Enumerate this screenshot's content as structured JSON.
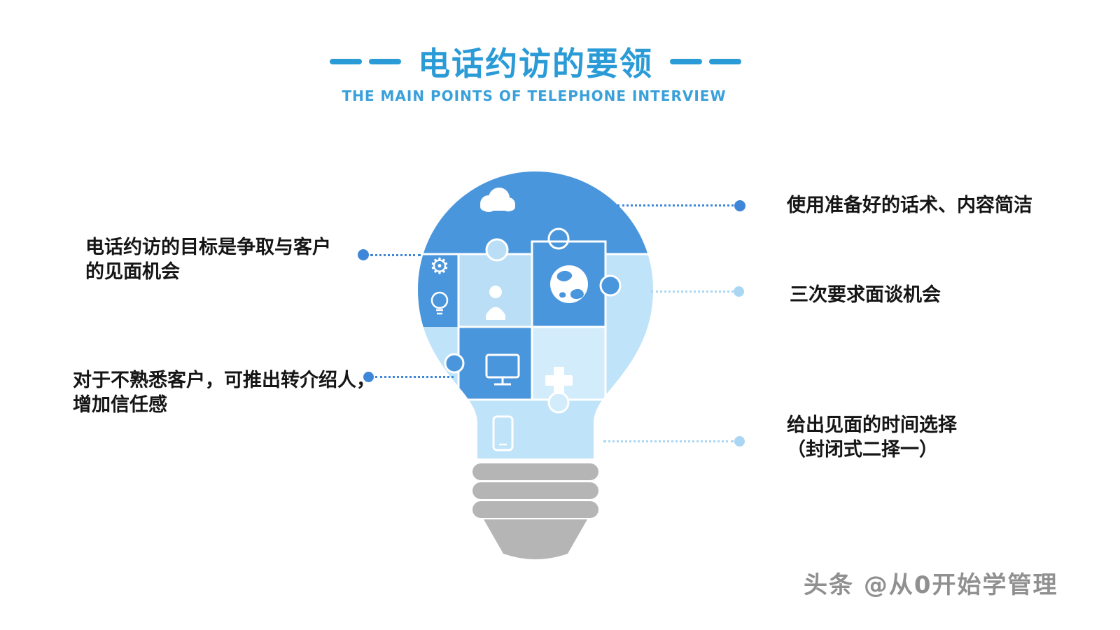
{
  "header": {
    "title": "电话约访的要领",
    "subtitle": "THE MAIN POINTS OF TELEPHONE INTERVIEW"
  },
  "callouts": {
    "left_top_line1": "电话约访的目标是争取与客户",
    "left_top_line2": "的见面机会",
    "left_bottom_line1": "对于不熟悉客户，可推出转介绍人，",
    "left_bottom_line2": "增加信任感",
    "right_top": "使用准备好的话术、内容简洁",
    "right_middle": "三次要求面谈机会",
    "right_bottom_line1": "给出见面的时间选择",
    "right_bottom_line2": "（封闭式二择一）"
  },
  "watermark": "头条 @从0开始学管理",
  "glyphs": {
    "gear": "⚙"
  },
  "bulb_icons": [
    "cloud-icon",
    "gear-icon",
    "lightbulb-icon",
    "person-icon",
    "globe-icon",
    "monitor-icon",
    "plus-icon",
    "smartphone-icon"
  ],
  "colors": {
    "title_blue": "#2b9bd7",
    "subtitle_blue": "#3aa0da",
    "dark_puzzle_blue": "#4a96dc",
    "light_puzzle_blue": "#b9def6",
    "pale_puzzle_blue": "#d3ecfb",
    "glass_blue": "#bfe3f8",
    "base_gray": "#b5b5b5",
    "connector_blue": "#3e87d8",
    "connector_light_blue": "#a9d7f3",
    "text_color": "#151515",
    "watermark_gray": "#909090"
  }
}
